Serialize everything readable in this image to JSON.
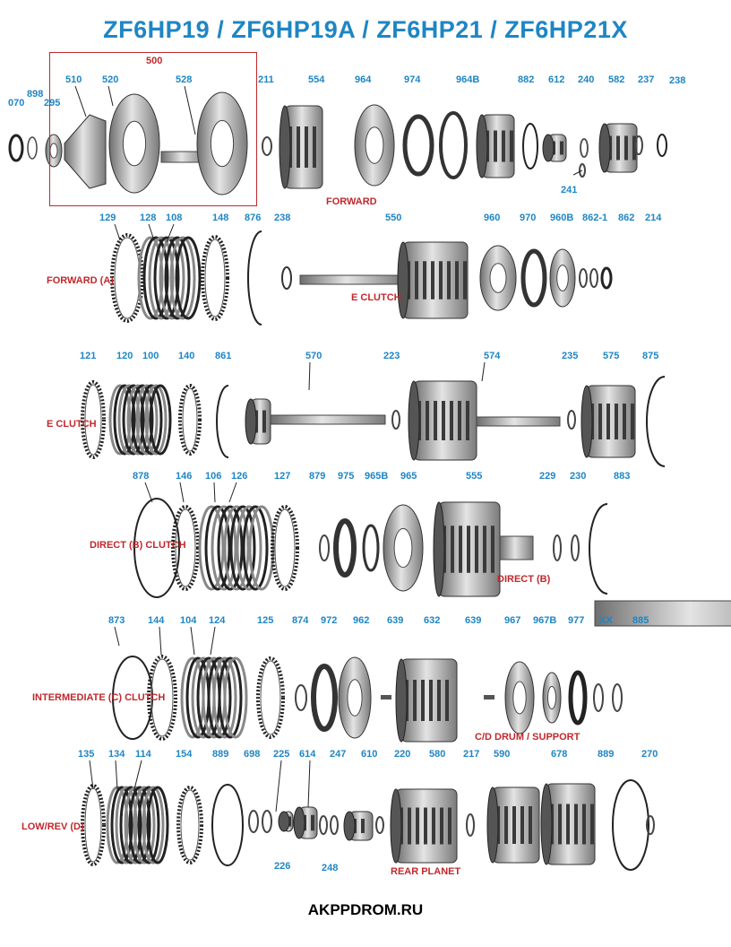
{
  "title": "ZF6HP19 / ZF6HP19A / ZF6HP21 / ZF6HP21X",
  "footer": "AKPPDROM.RU",
  "assembly_label": "500",
  "groups": {
    "forward": "FORWARD",
    "forward_a": "FORWARD (A)",
    "e_clutch_1": "E CLUTCH",
    "e_clutch_2": "E CLUTCH",
    "direct_b_clutch": "DIRECT (B) CLUTCH",
    "direct_b": "DIRECT (B)",
    "intermediate_c_clutch": "INTERMEDIATE (C) CLUTCH",
    "cd_drum_support": "C/D DRUM / SUPPORT",
    "low_rev_d": "LOW/REV   (D)",
    "rear_planet": "REAR PLANET"
  },
  "rows": [
    {
      "id": "row1",
      "parts": [
        "070",
        "898",
        "295",
        "510",
        "520",
        "528",
        "211",
        "554",
        "964",
        "974",
        "964B",
        "882",
        "612",
        "240",
        "582",
        "237",
        "238",
        "241"
      ]
    },
    {
      "id": "row2",
      "parts": [
        "129",
        "128",
        "108",
        "148",
        "876",
        "238",
        "550",
        "960",
        "970",
        "960B",
        "862-1",
        "862",
        "214"
      ]
    },
    {
      "id": "row3",
      "parts": [
        "121",
        "120",
        "100",
        "140",
        "861",
        "570",
        "223",
        "574",
        "235",
        "575",
        "875"
      ]
    },
    {
      "id": "row4",
      "parts": [
        "878",
        "146",
        "106",
        "126",
        "127",
        "879",
        "975",
        "965B",
        "965",
        "555",
        "229",
        "230",
        "883"
      ]
    },
    {
      "id": "row5",
      "parts": [
        "873",
        "144",
        "104",
        "124",
        "125",
        "874",
        "972",
        "962",
        "639",
        "632",
        "639",
        "967",
        "967B",
        "977",
        "XX",
        "885"
      ]
    },
    {
      "id": "row6",
      "parts": [
        "135",
        "134",
        "114",
        "154",
        "889",
        "698",
        "225",
        "614",
        "247",
        "610",
        "220",
        "580",
        "217",
        "590",
        "678",
        "889",
        "270",
        "226",
        "248"
      ]
    }
  ]
}
